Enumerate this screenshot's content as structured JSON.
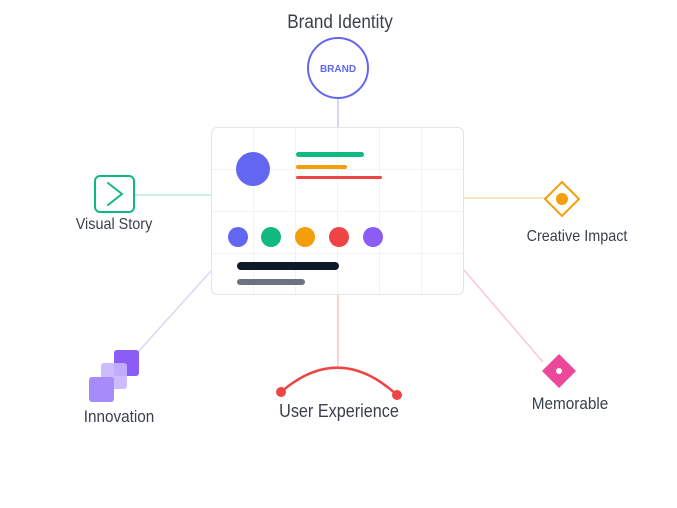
{
  "diagram": {
    "center_card": {
      "swatches": [
        "#6366f1",
        "#10b981",
        "#f59e0b",
        "#ef4444",
        "#8b5cf6"
      ]
    },
    "nodes": {
      "brand_identity": {
        "label": "Brand Identity",
        "badge": "BRAND",
        "icon": "brand-circle-icon",
        "color": "#6366f1"
      },
      "visual_story": {
        "label": "Visual Story",
        "icon": "play-chevron-icon",
        "color": "#10b981"
      },
      "creative_impact": {
        "label": "Creative Impact",
        "icon": "diamond-target-icon",
        "color": "#f59e0b"
      },
      "innovation": {
        "label": "Innovation",
        "icon": "stacked-squares-icon",
        "color": "#8b5cf6"
      },
      "user_experience": {
        "label": "User Experience",
        "icon": "arc-icon",
        "color": "#ef4444"
      },
      "memorable": {
        "label": "Memorable",
        "icon": "pink-diamond-icon",
        "color": "#ec4899"
      }
    }
  }
}
